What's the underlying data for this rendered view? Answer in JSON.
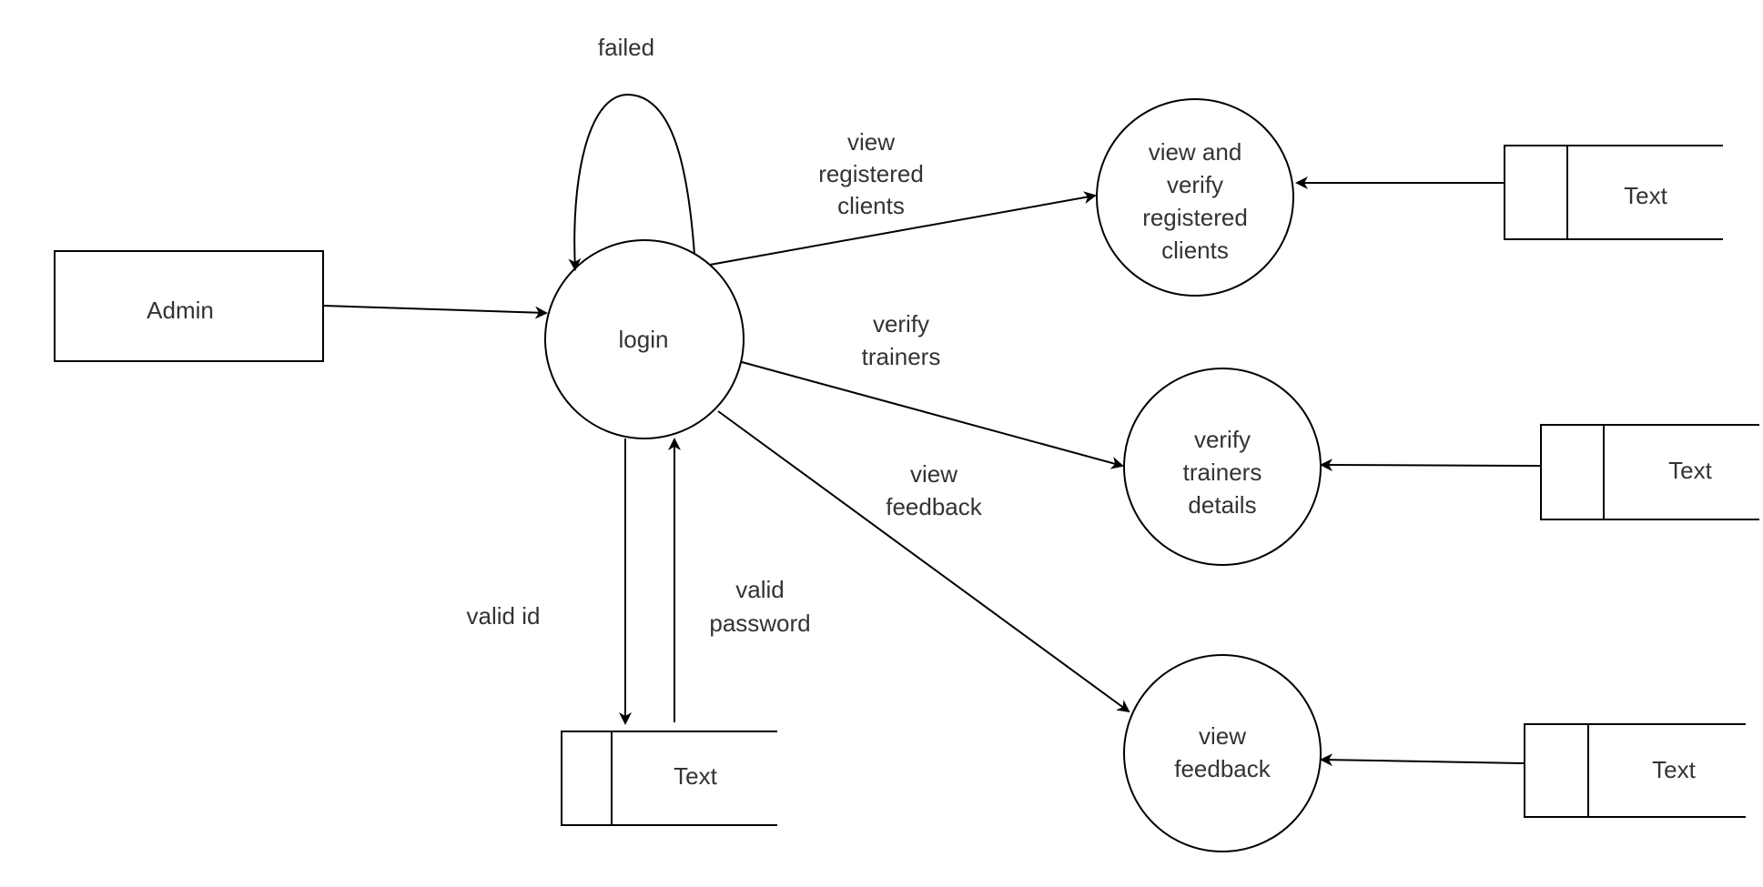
{
  "diagram": {
    "nodes": {
      "admin": "Admin",
      "login": "login",
      "view_verify_clients": [
        "view and",
        "verify",
        "registered",
        "clients"
      ],
      "verify_trainers": [
        "verify",
        "trainers",
        "details"
      ],
      "view_feedback": [
        "view",
        "feedback"
      ],
      "store_login": "Text",
      "store_clients": "Text",
      "store_trainers": "Text",
      "store_feedback": "Text"
    },
    "edge_labels": {
      "failed": "failed",
      "view_registered_clients": [
        "view",
        "registered",
        "clients"
      ],
      "verify_trainers": [
        "verify",
        "trainers"
      ],
      "view_feedback": [
        "view",
        "feedback"
      ],
      "valid_id": "valid id",
      "valid_password": [
        "valid",
        "password"
      ]
    }
  }
}
